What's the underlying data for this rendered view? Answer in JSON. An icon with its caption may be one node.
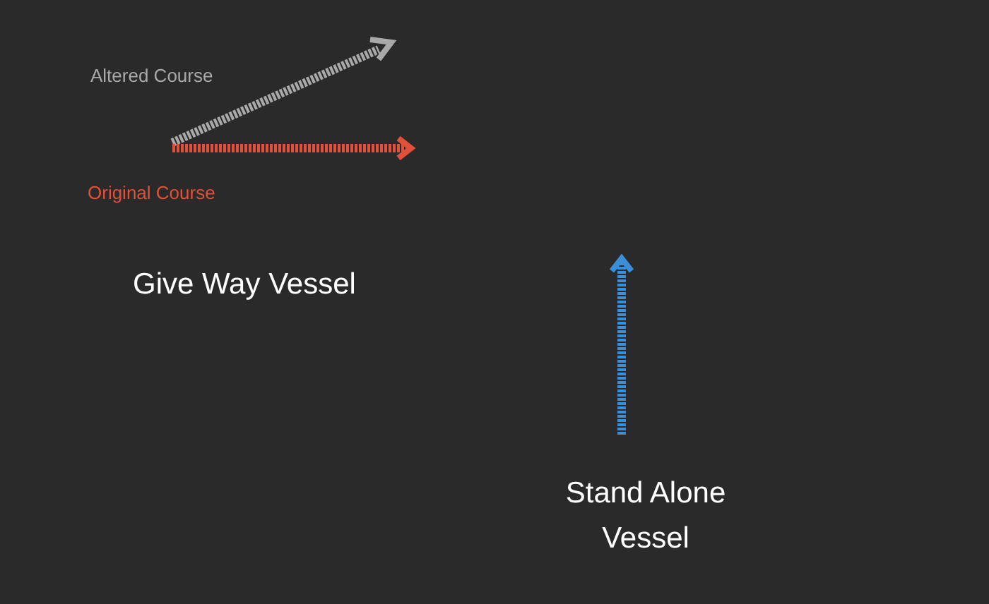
{
  "diagram": {
    "labels": [
      "Altered Course",
      "Original Course",
      "Give Way Vessel",
      "Stand Alone Vessel"
    ]
  }
}
